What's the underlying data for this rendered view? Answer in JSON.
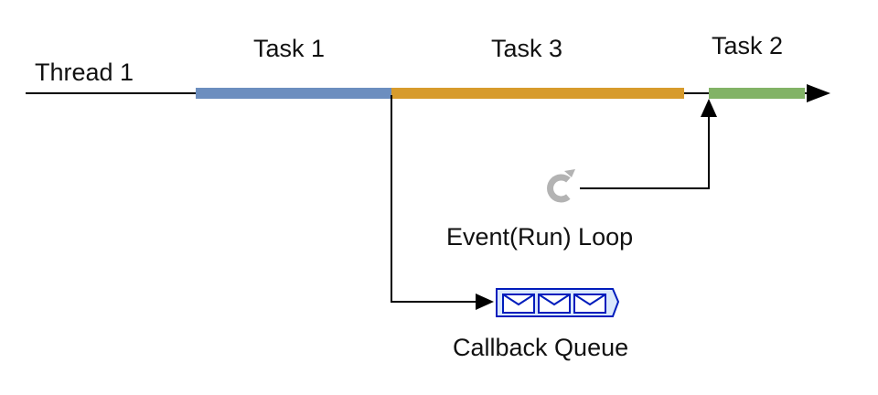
{
  "labels": {
    "thread": "Thread 1",
    "task1": "Task 1",
    "task3": "Task 3",
    "task2": "Task 2",
    "event_loop": "Event(Run) Loop",
    "callback_queue": "Callback Queue"
  },
  "colors": {
    "line": "#000000",
    "task1": "#6C8EBF",
    "task3": "#D79B2C",
    "task2": "#82B366",
    "loop_icon": "#B3B3B3",
    "queue": "#001DBC",
    "queue_fill": "#DAE8FC"
  },
  "icons": {
    "event_loop": "refresh-icon",
    "callback_queue": "message-queue-icon"
  }
}
